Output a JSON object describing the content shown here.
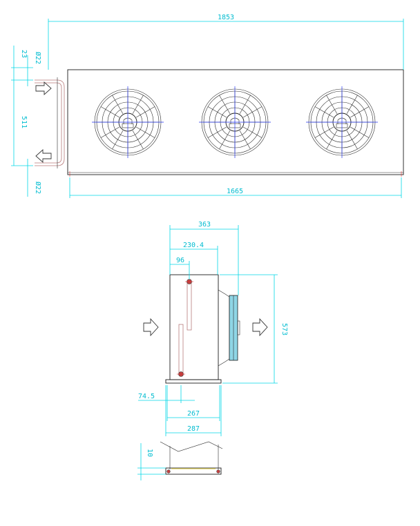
{
  "colors": {
    "dimension": "#00d7e6",
    "outline": "#1a1a1a",
    "center_lines": "#2233ee",
    "marks": "#e03030",
    "pipe": "#b87a7a",
    "fan_cover": "#8fd6e6"
  },
  "dimensions": {
    "overall_length": "1853",
    "casing_length": "1665",
    "top_offset": "23",
    "pipe_top_dia": "Ø22",
    "pipe_spacing": "511",
    "pipe_bottom_dia": "Ø22",
    "side_width": "363",
    "side_body_width": "230.4",
    "pipe_offset": "96",
    "height": "573",
    "foot_offset": "74.5",
    "foot_inner": "267",
    "foot_outer": "287",
    "plate_thickness": "10"
  },
  "fans": [
    {
      "id": "fan-1"
    },
    {
      "id": "fan-2"
    },
    {
      "id": "fan-3"
    }
  ]
}
